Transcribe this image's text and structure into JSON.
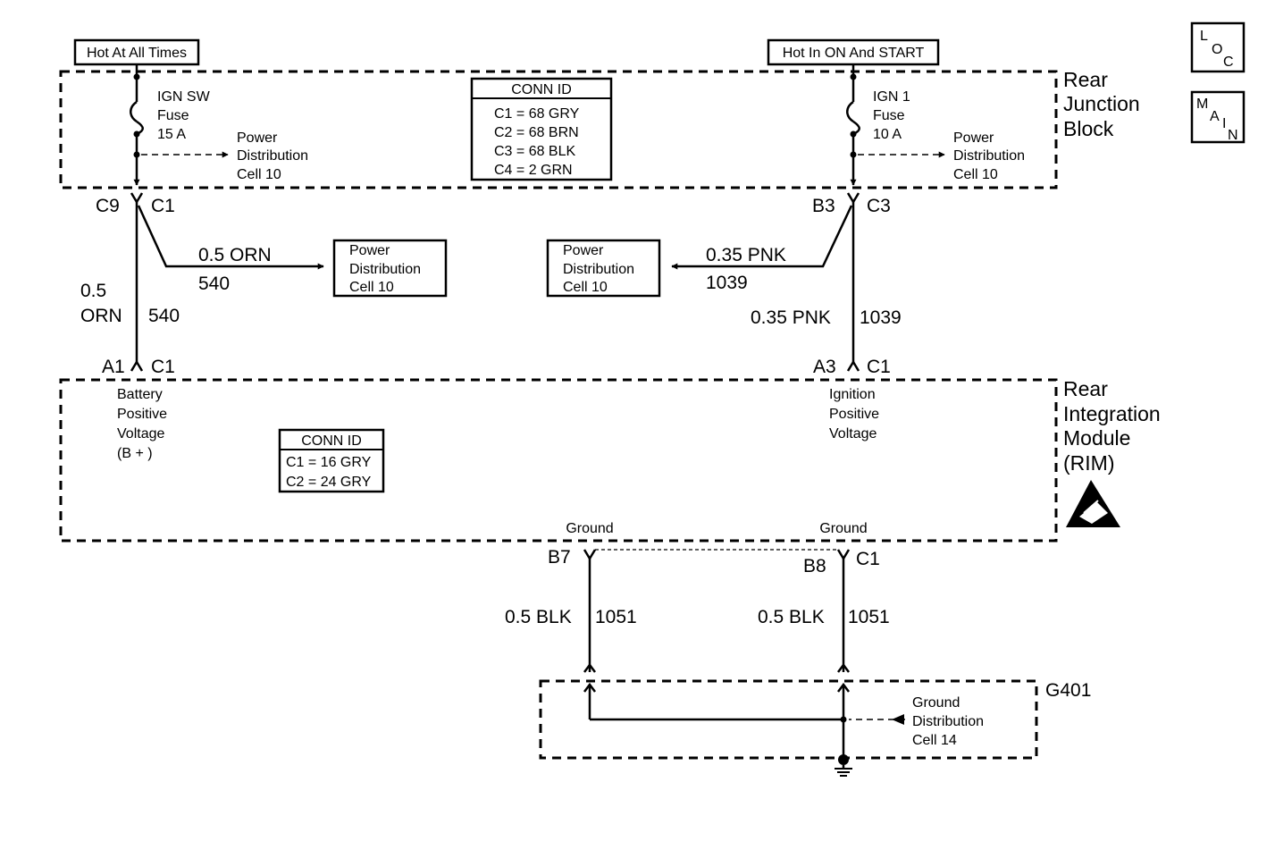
{
  "nav": {
    "loc_icon": {
      "letters": [
        "L",
        "O",
        "C"
      ]
    },
    "main_icon": {
      "letters": [
        "M",
        "A",
        "I",
        "N"
      ]
    }
  },
  "junction_block": {
    "name_lines": [
      "Rear",
      "Junction",
      "Block"
    ],
    "conn_id": {
      "title": "CONN ID",
      "rows": [
        "C1 =   68 GRY",
        "C2 =  68 BRN",
        "C3 =  68 BLK",
        "C4 =    2 GRN"
      ]
    },
    "left_fuse": {
      "source_label": "Hot At All Times",
      "lines": [
        "IGN SW",
        "Fuse",
        "15 A"
      ],
      "dist_lines": [
        "Power",
        "Distribution",
        "Cell 10"
      ],
      "out_pin": "C9",
      "out_conn": "C1"
    },
    "right_fuse": {
      "source_label": "Hot In ON And START",
      "lines": [
        "IGN 1",
        "Fuse",
        "10 A"
      ],
      "dist_lines": [
        "Power",
        "Distribution",
        "Cell 10"
      ],
      "out_pin": "B3",
      "out_conn": "C3"
    }
  },
  "wires": {
    "left_branch": {
      "gauge_color": "0.5 ORN",
      "circuit": "540",
      "dest_lines": [
        "Power",
        "Distribution",
        "Cell 10"
      ]
    },
    "left_main": {
      "gauge": "0.5",
      "color": "ORN",
      "circuit": "540"
    },
    "right_branch": {
      "gauge_color": "0.35 PNK",
      "circuit": "1039",
      "dest_lines": [
        "Power",
        "Distribution",
        "Cell 10"
      ]
    },
    "right_main": {
      "gauge_color": "0.35 PNK",
      "circuit": "1039"
    },
    "ground_left": {
      "gauge_color": "0.5 BLK",
      "circuit": "1051"
    },
    "ground_right": {
      "gauge_color": "0.5 BLK",
      "circuit": "1051"
    }
  },
  "module": {
    "name_lines": [
      "Rear",
      "Integration",
      "Module",
      "(RIM)"
    ],
    "left_input": {
      "pin": "A1",
      "conn": "C1",
      "lines": [
        "Battery",
        "Positive",
        "Voltage",
        "(B + )"
      ]
    },
    "right_input": {
      "pin": "A3",
      "conn": "C1",
      "lines": [
        "Ignition",
        "Positive",
        "Voltage"
      ]
    },
    "conn_id": {
      "title": "CONN ID",
      "rows": [
        "C1 = 16 GRY",
        "C2 = 24 GRY"
      ]
    },
    "ground_left": {
      "label": "Ground",
      "pin": "B7"
    },
    "ground_right": {
      "label": "Ground",
      "pin": "B8",
      "conn": "C1"
    },
    "esd_icon": "esd-sensitive-icon"
  },
  "ground_point": {
    "name": "G401",
    "dist_lines": [
      "Ground",
      "Distribution",
      "Cell 14"
    ]
  }
}
